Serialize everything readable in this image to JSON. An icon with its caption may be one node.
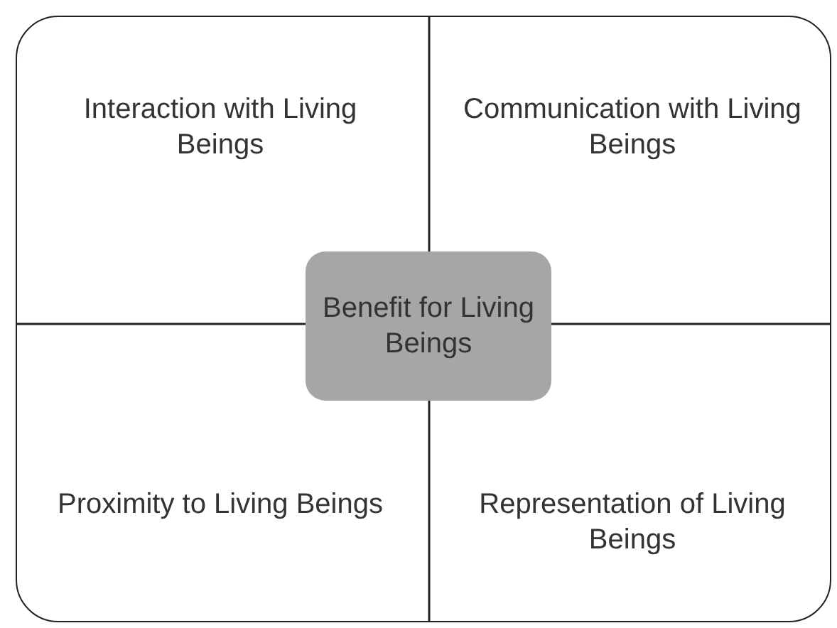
{
  "diagram": {
    "nodes": [
      {
        "text": [
          "Interaction with Living Beings"
        ]
      },
      {
        "text": [
          "Communication with Living Beings"
        ]
      },
      {
        "text": [
          "Benefit for Living Beings"
        ]
      },
      {
        "text": [
          "Proximity to Living Beings"
        ]
      },
      {
        "text": [
          "Representation of Living Beings"
        ]
      }
    ]
  }
}
